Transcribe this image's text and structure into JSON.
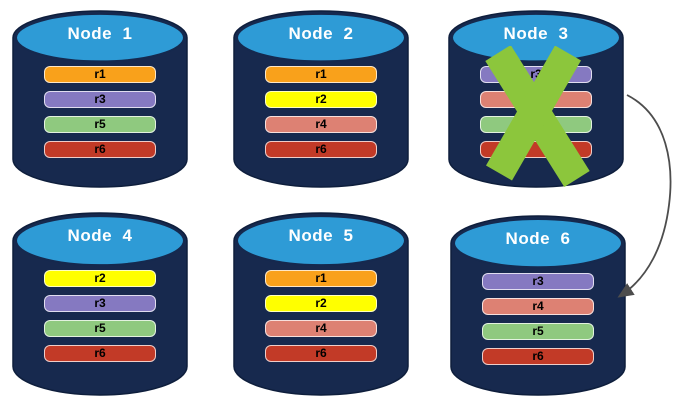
{
  "colors": {
    "cylinder_body": "#17294E",
    "cylinder_top": "#2E9BD6",
    "x_mark": "#8CC63C",
    "arrow": "#4D4D4D",
    "row_text": "#000000",
    "rows": {
      "orange": "#F9A11B",
      "yellow": "#FFFF00",
      "purple": "#8579C1",
      "salmon": "#DD8173",
      "green": "#8FC97F",
      "red": "#C23A27"
    }
  },
  "nodes": [
    {
      "label": "Node  1",
      "rows": [
        {
          "label": "r1",
          "color": "orange"
        },
        {
          "label": "r3",
          "color": "purple"
        },
        {
          "label": "r5",
          "color": "green"
        },
        {
          "label": "r6",
          "color": "red"
        }
      ]
    },
    {
      "label": "Node  2",
      "rows": [
        {
          "label": "r1",
          "color": "orange"
        },
        {
          "label": "r2",
          "color": "yellow"
        },
        {
          "label": "r4",
          "color": "salmon"
        },
        {
          "label": "r6",
          "color": "red"
        }
      ]
    },
    {
      "label": "Node  3",
      "crossed_out": true,
      "rows": [
        {
          "label": "r3",
          "color": "purple"
        },
        {
          "label": "",
          "color": "salmon"
        },
        {
          "label": "",
          "color": "green"
        },
        {
          "label": "",
          "color": "red"
        }
      ]
    },
    {
      "label": "Node  4",
      "rows": [
        {
          "label": "r2",
          "color": "yellow"
        },
        {
          "label": "r3",
          "color": "purple"
        },
        {
          "label": "r5",
          "color": "green"
        },
        {
          "label": "r6",
          "color": "red"
        }
      ]
    },
    {
      "label": "Node  5",
      "rows": [
        {
          "label": "r1",
          "color": "orange"
        },
        {
          "label": "r2",
          "color": "yellow"
        },
        {
          "label": "r4",
          "color": "salmon"
        },
        {
          "label": "r6",
          "color": "red"
        }
      ]
    },
    {
      "label": "Node  6",
      "rows": [
        {
          "label": "r3",
          "color": "purple"
        },
        {
          "label": "r4",
          "color": "salmon"
        },
        {
          "label": "r5",
          "color": "green"
        },
        {
          "label": "r6",
          "color": "red"
        }
      ]
    }
  ],
  "annotations": {
    "failed_node": "Node 3",
    "arrow": {
      "from": "Node 3",
      "to": "Node 6"
    }
  }
}
